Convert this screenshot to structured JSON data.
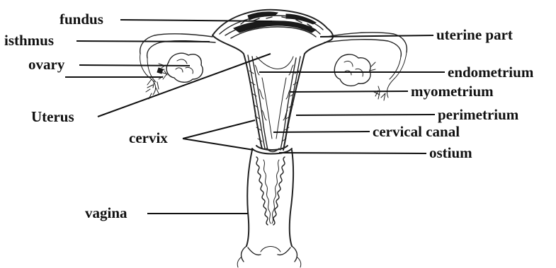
{
  "labels": {
    "fundus": "fundus",
    "isthmus": "isthmus",
    "ovary": "ovary",
    "uterus": "Uterus",
    "cervix": "cervix",
    "vagina": "vagina",
    "uterine_part": "uterine part",
    "endometrium": "endometrium",
    "myometrium": "myometrium",
    "perimetrium": "perimetrium",
    "cervical_canal": "cervical canal",
    "ostium": "ostium"
  }
}
